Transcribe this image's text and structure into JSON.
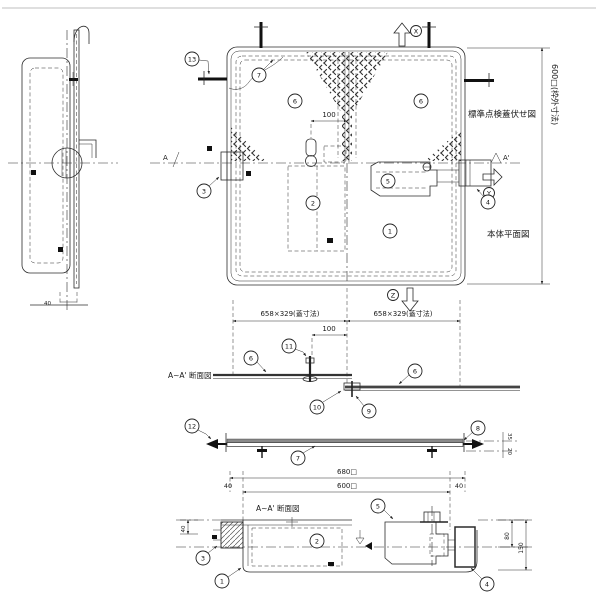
{
  "drawing": {
    "views": {
      "cover_plan_title": "標準点検蓋伏せ図",
      "body_plan_title": "本体平面図",
      "section_aa_title": "A~A' 断面図"
    },
    "section_markers": {
      "left": "A",
      "right": "A'"
    },
    "direction_markers": {
      "up": "X",
      "right": "Y",
      "down": "Z"
    },
    "dimensions": {
      "frame_outer": "600□(枠外寸法)",
      "plan_handle_offset": "100",
      "side_view_gap": "40",
      "cover_size_left": "658×329(蓋寸法)",
      "cover_size_right": "658×329(蓋寸法)",
      "hinge_offset": "100",
      "bar_upper": "35",
      "bar_lower": "20",
      "overall_width": "680□",
      "inner_width": "600□",
      "margin_left": "40",
      "margin_right": "40",
      "flange_height": "40",
      "body_height_upper": "80",
      "body_height_total": "150"
    },
    "balloons": {
      "b1": "1",
      "b2": "2",
      "b3": "3",
      "b4": "4",
      "b5": "5",
      "b6": "6",
      "b7": "7",
      "b8": "8",
      "b9": "9",
      "b10": "10",
      "b11": "11",
      "b12": "12",
      "b13": "13"
    }
  }
}
